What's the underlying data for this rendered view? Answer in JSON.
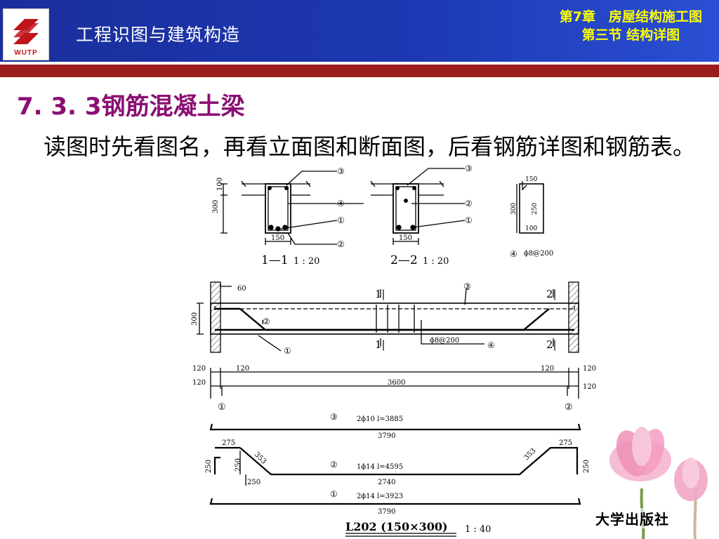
{
  "header": {
    "logo_text": "WUTP",
    "course_title": "工程识图与建筑构造",
    "chapter_line1": "第7章　房屋结构施工图",
    "chapter_line2": "第三节  结构详图"
  },
  "section_heading": "7. 3. 3钢筋混凝土梁",
  "intro_text": "读图时先看图名，再看立面图和断面图，后看钢筋详图和钢筋表。",
  "drawing": {
    "section_1": {
      "label": "1—1",
      "scale": "1 : 20",
      "dims": [
        "100",
        "300",
        "150"
      ],
      "markers": [
        "③",
        "④",
        "①",
        "②"
      ]
    },
    "section_2": {
      "label": "2—2",
      "scale": "1 : 20",
      "dims": [
        "150"
      ],
      "markers": [
        "③",
        "②",
        "①"
      ]
    },
    "stirrup": {
      "dims": [
        "150",
        "300",
        "250",
        "100"
      ],
      "marker": "④",
      "spec": "ϕ8@200"
    },
    "elevation": {
      "cut_labels": [
        "1|",
        "1|",
        "2|",
        "2|"
      ],
      "dims_top": [
        "60",
        "300"
      ],
      "bottom_dims": [
        "120",
        "120",
        "120",
        "120",
        "120",
        "120",
        "3600"
      ],
      "axes": [
        "①",
        "②"
      ],
      "stirrup_callout": "ϕ8@200",
      "markers": [
        "③",
        "②",
        "①",
        "④"
      ]
    },
    "bars": [
      {
        "marker": "③",
        "spec": "2ϕ10  l=3885",
        "length": "3790"
      },
      {
        "marker": "②",
        "spec": "1ϕ14  l=4595",
        "length": "2740",
        "dims": [
          "275",
          "275",
          "250",
          "250",
          "250",
          "353",
          "353",
          "250"
        ]
      },
      {
        "marker": "①",
        "spec": "2ϕ14  l=3923",
        "length": "3790"
      }
    ],
    "title": "L202  (150×300)",
    "title_scale": "1 : 40"
  },
  "publisher": "大学出版社"
}
